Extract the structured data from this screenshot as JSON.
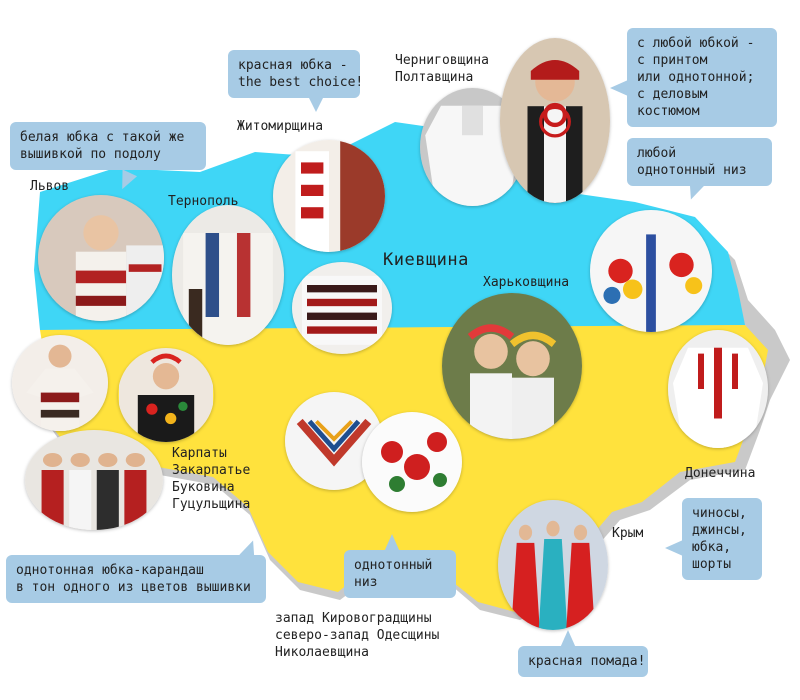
{
  "colors": {
    "sky": "#3fd6f6",
    "sun": "#ffe23d",
    "map_shadow": "#c9c9c9",
    "bubble": "#a7cbe5",
    "text": "#222222"
  },
  "regions": {
    "lviv": "Львов",
    "ternopil": "Тернополь",
    "zhytomyr": "Житомирщина",
    "chernihiv": [
      "Черниговщина",
      "Полтавщина"
    ],
    "kyiv": "Киевщина",
    "kharkiv": "Харьковщина",
    "carpathians": [
      "Карпаты",
      "Закарпатье",
      "Буковина",
      "Гуцульщина"
    ],
    "donetsk": "Донеччина",
    "crimea": "Крым",
    "south": [
      "запад Кировоградщины",
      "северо-запад Одесщины",
      "Николаевщина"
    ]
  },
  "bubbles": {
    "lviv": [
      "белая юбка с такой же",
      "вышивкой по подолу"
    ],
    "zhytomyr": [
      "красная юбка -",
      "the best choice!"
    ],
    "chernihiv": [
      "с любой юбкой -",
      "с принтом",
      "или однотонной;",
      "с деловым",
      "костюмом"
    ],
    "kharkiv": [
      "любой",
      "однотонный низ"
    ],
    "carpathians": [
      "однотонная юбка-карандаш",
      "в тон одного из цветов вышивки"
    ],
    "south": [
      "однотонный",
      "низ"
    ],
    "donetsk": [
      "чиносы,",
      "джинсы,",
      "юбка,",
      "шорты"
    ],
    "crimea": [
      "красная помада!"
    ]
  },
  "photos": [
    {
      "name": "lviv-photo",
      "icon": "child-embroidered-dress-photo"
    },
    {
      "name": "ternopil-photo",
      "icon": "embroidered-blouse-photo"
    },
    {
      "name": "zhytomyr-photo",
      "icon": "red-embroidery-sleeve-photo"
    },
    {
      "name": "chernihiv-white-shirt-photo",
      "icon": "white-shirt-photo"
    },
    {
      "name": "chernihiv-woman-photo",
      "icon": "woman-red-beads-photo"
    },
    {
      "name": "kyiv-photo",
      "icon": "black-red-embroidery-photo"
    },
    {
      "name": "kharkiv-photo",
      "icon": "flower-embroidery-shirt-photo"
    },
    {
      "name": "central-wreath-photo",
      "icon": "girls-flower-wreaths-photo"
    },
    {
      "name": "carpathians-photo-1",
      "icon": "woman-embroidered-dress-photo"
    },
    {
      "name": "carpathians-photo-2",
      "icon": "woman-floral-outfit-photo"
    },
    {
      "name": "carpathians-photo-3",
      "icon": "folk-group-photo"
    },
    {
      "name": "south-photo-1",
      "icon": "geometric-embroidery-photo"
    },
    {
      "name": "south-photo-2",
      "icon": "red-roses-embroidery-photo"
    },
    {
      "name": "donetsk-photo",
      "icon": "white-shirt-red-embroidery-photo"
    },
    {
      "name": "crimea-photo",
      "icon": "dancers-red-costumes-photo"
    }
  ]
}
